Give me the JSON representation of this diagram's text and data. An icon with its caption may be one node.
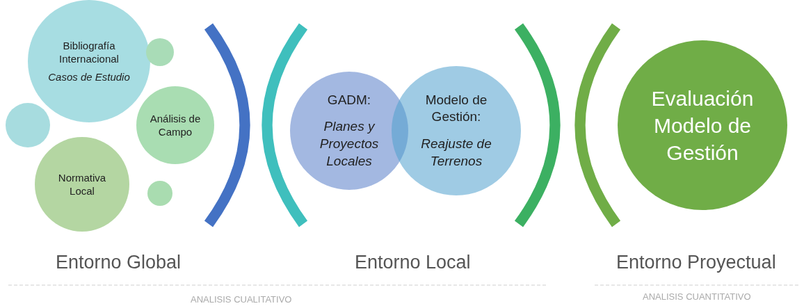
{
  "diagram": {
    "nodes": [
      {
        "text": [
          "Bibliografía Internacional",
          "Casos de Estudio"
        ]
      },
      {
        "text": [],
        "shape": "circle"
      },
      {
        "text": [],
        "shape": "circle"
      },
      {
        "text": [
          "Análisis de Campo"
        ]
      },
      {
        "text": [
          "Normativa Local"
        ]
      },
      {
        "text": [],
        "shape": "circle"
      },
      {
        "text": [
          "GADM:",
          "Planes y Proyectos Locales"
        ]
      },
      {
        "text": [
          "Modelo de Gestión:",
          "Reajuste de Terrenos"
        ]
      },
      {
        "text": [
          "Evaluación Modelo de Gestión"
        ]
      }
    ],
    "edges": [],
    "labels": [
      "Entorno Global",
      "Entorno Local",
      "Entorno Proyectual",
      "ANALISIS CUALITATIVO",
      "ANALISIS CUANTITATIVO"
    ]
  }
}
